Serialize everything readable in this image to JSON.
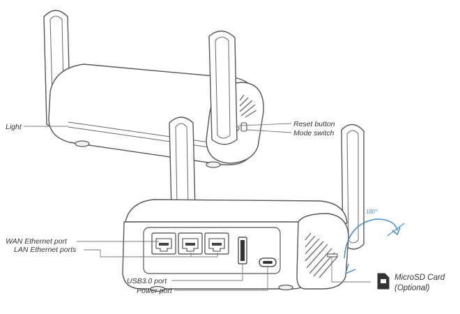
{
  "labels": {
    "light": "Light",
    "reset_button": "Reset button",
    "mode_switch": "Mode switch",
    "wan_port": "WAN Ethernet port",
    "lan_ports": "LAN Ethernet ports",
    "usb_port": "USB3.0 port",
    "power_port": "Power port",
    "microsd_line1": "MicroSD Card",
    "microsd_line2": "(Optional)",
    "rotation": "180°"
  },
  "icons": [
    "microsd-card-icon",
    "rotation-arrow-icon"
  ],
  "colors": {
    "accent": "#4a8ed0",
    "line": "#555555"
  }
}
